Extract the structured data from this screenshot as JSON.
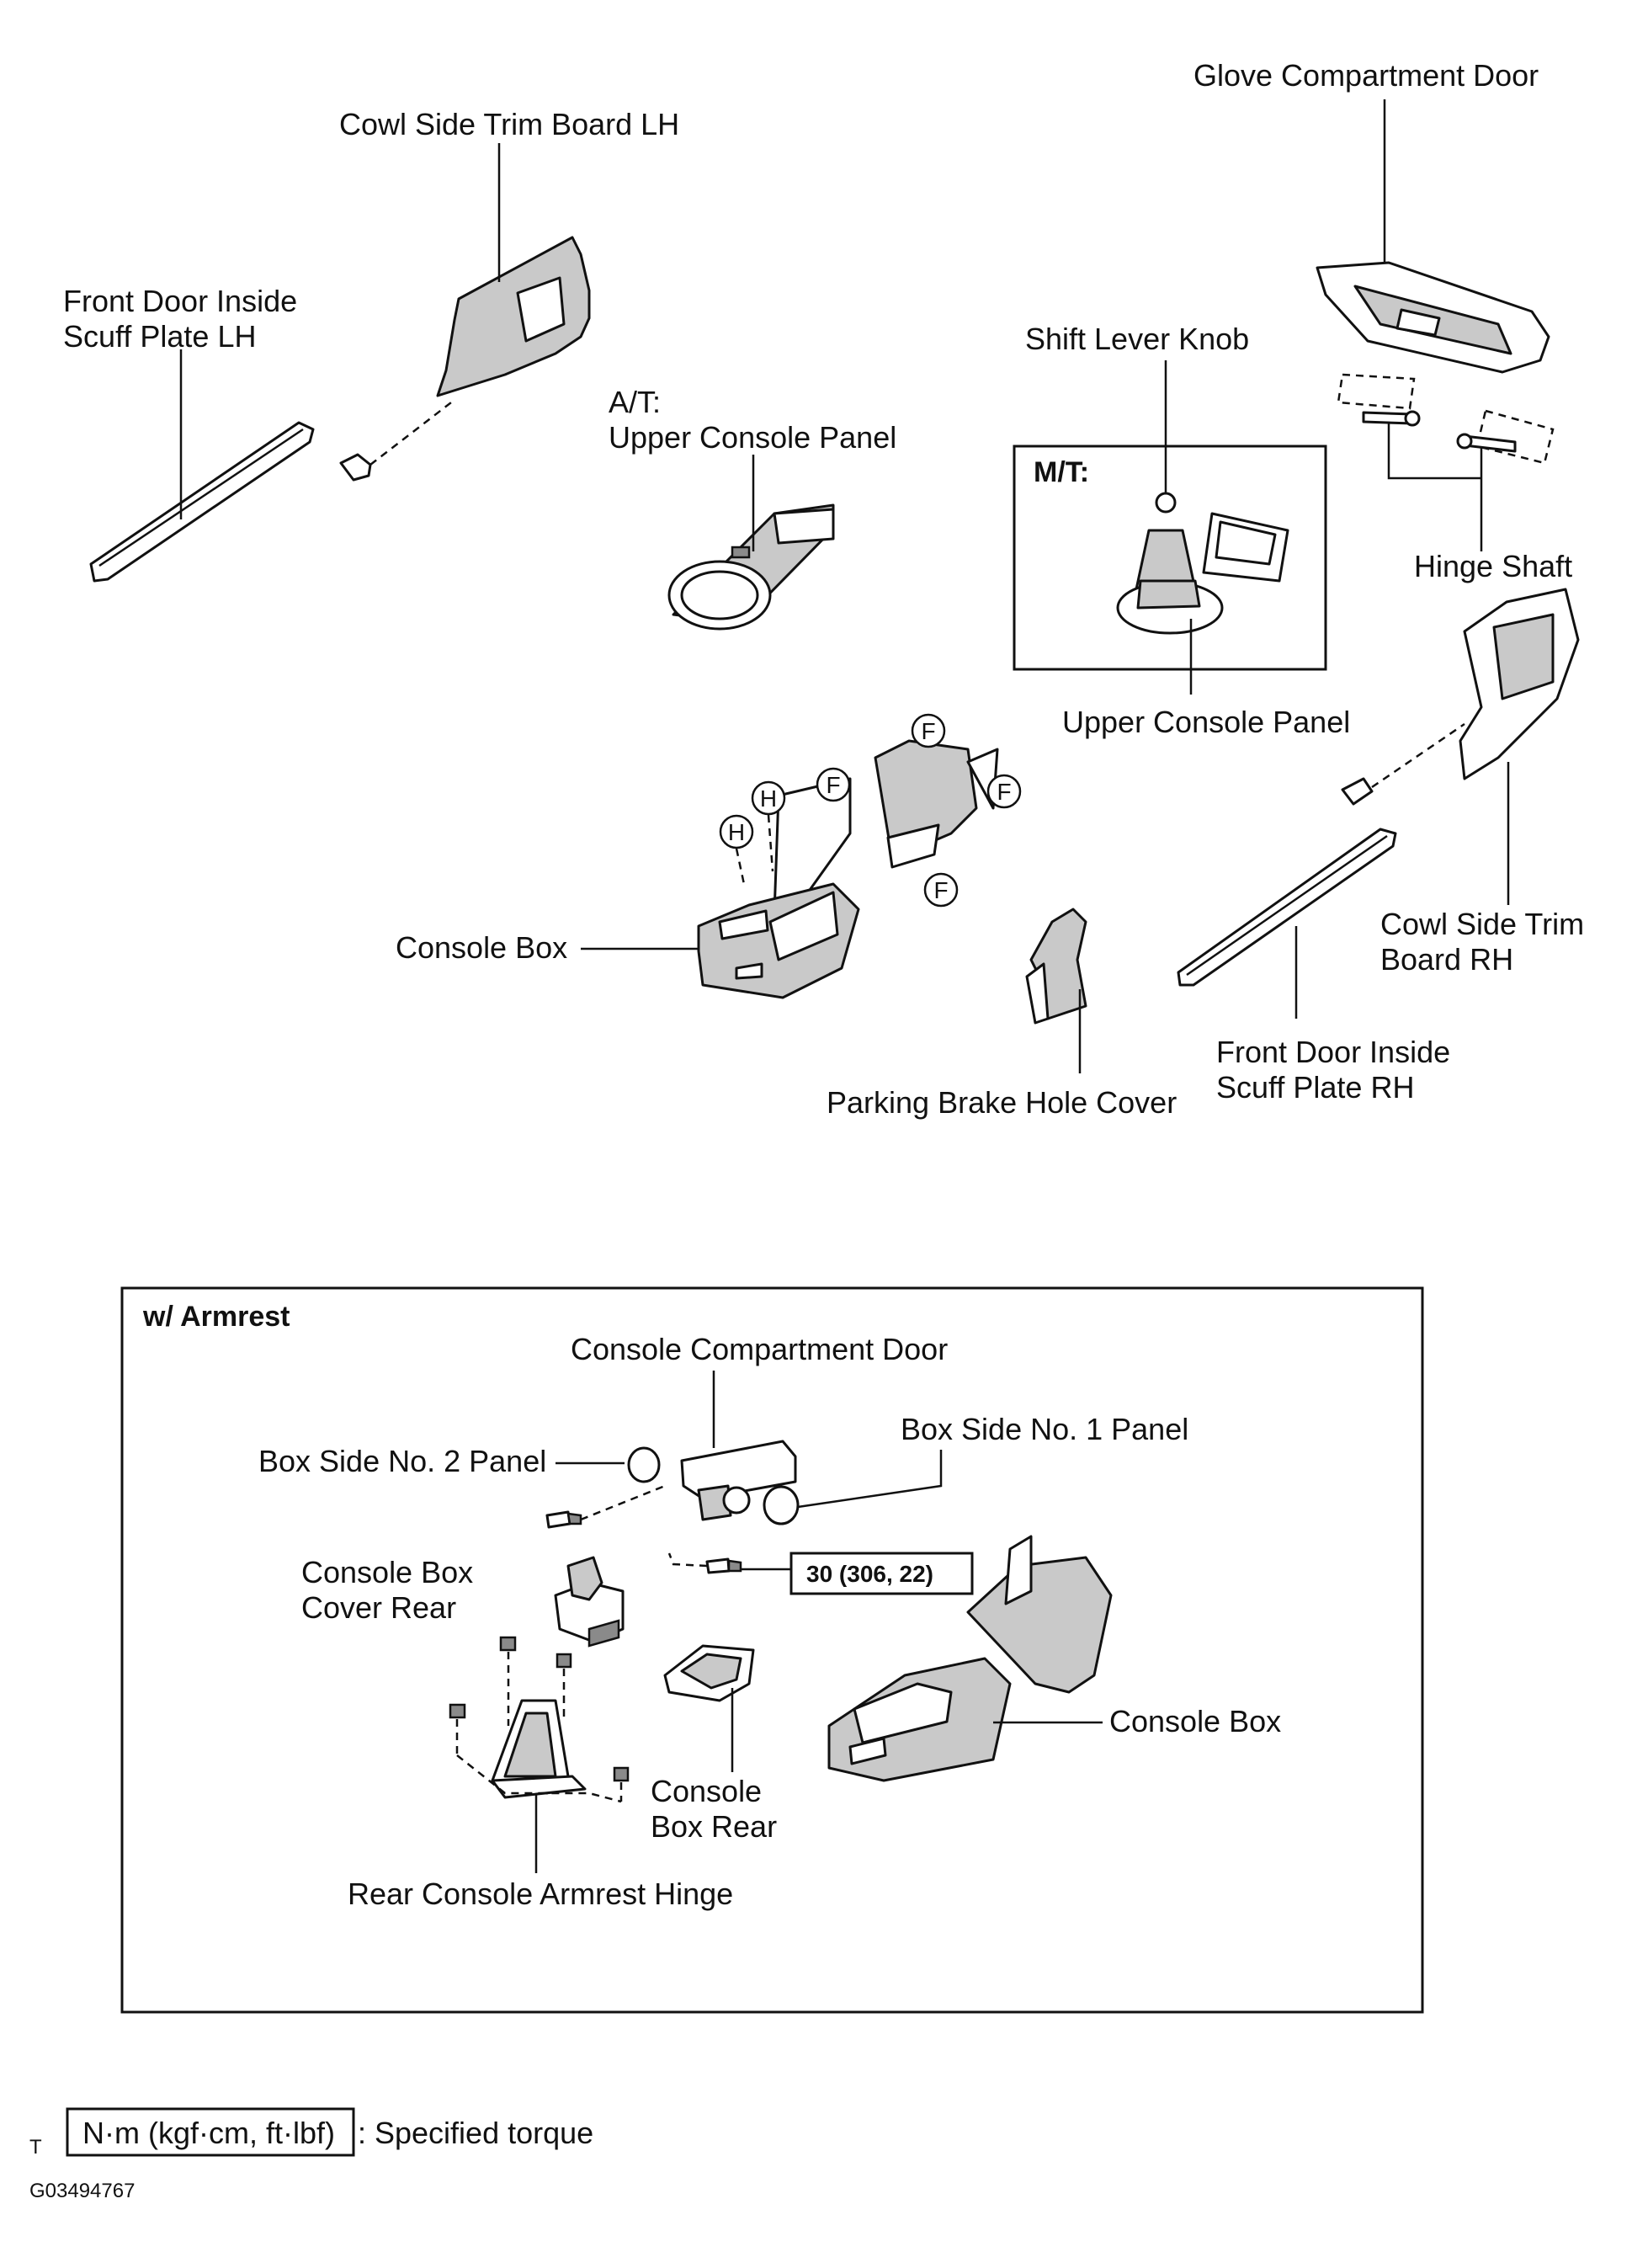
{
  "labels": {
    "cowl_lh": "Cowl Side Trim Board LH",
    "scuff_lh_1": "Front Door Inside",
    "scuff_lh_2": "Scuff Plate LH",
    "at_1": "A/T:",
    "at_2": "Upper Console Panel",
    "shift_knob": "Shift Lever Knob",
    "mt": "M/T:",
    "mt_panel": "Upper Console Panel",
    "glove": "Glove Compartment Door",
    "hinge_shaft": "Hinge Shaft",
    "console_box": "Console Box",
    "parking_cover": "Parking Brake Hole Cover",
    "cowl_rh_1": "Cowl Side Trim",
    "cowl_rh_2": "Board RH",
    "scuff_rh_1": "Front Door Inside",
    "scuff_rh_2": "Scuff Plate RH"
  },
  "clip_marks": {
    "f": "F",
    "h": "H"
  },
  "armrest": {
    "title": "w/ Armrest",
    "compartment_door": "Console Compartment Door",
    "box_side_2": "Box Side No. 2 Panel",
    "box_side_1": "Box Side No. 1 Panel",
    "cover_rear_1": "Console Box",
    "cover_rear_2": "Cover Rear",
    "torque": "30 (306, 22)",
    "console_box": "Console Box",
    "box_rear_1": "Console",
    "box_rear_2": "Box Rear",
    "hinge": "Rear Console Armrest Hinge"
  },
  "legend": {
    "prefix": "T",
    "unit": "N·m (kgf·cm, ft·lbf)",
    "text": ": Specified torque"
  },
  "figure_id": "G03494767"
}
